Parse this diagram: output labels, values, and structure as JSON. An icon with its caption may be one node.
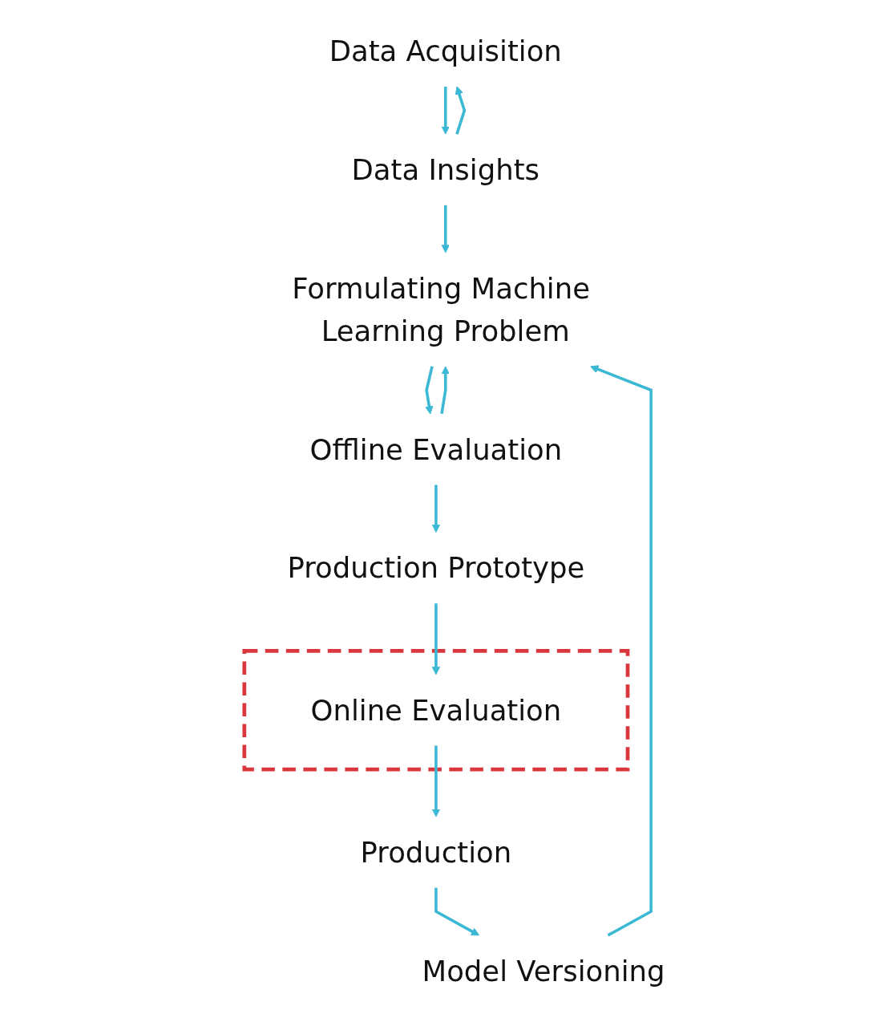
{
  "diagram": {
    "nodes": [
      {
        "text": [
          "Data Acquisition"
        ]
      },
      {
        "text": [
          "Data Insights"
        ]
      },
      {
        "text": [
          "Formulating Machine Learning Problem"
        ]
      },
      {
        "text": [
          "Offline Evaluation"
        ]
      },
      {
        "text": [
          "Production Prototype"
        ]
      },
      {
        "text": [],
        "shape": "box"
      },
      {
        "text": [
          "Online Evaluation"
        ],
        "in": 5
      },
      {
        "text": [
          "Production"
        ]
      },
      {
        "text": [
          "Model Versioning"
        ]
      }
    ],
    "edges": [
      {
        "from": 0,
        "to": 1,
        "arrow": "to"
      },
      {
        "from": 1,
        "to": 0,
        "arrow": "to"
      },
      {
        "from": 1,
        "to": 2,
        "arrow": "to"
      },
      {
        "from": 2,
        "to": 3,
        "arrow": "to"
      },
      {
        "from": 3,
        "to": 2,
        "arrow": "to"
      },
      {
        "from": 3,
        "to": 4,
        "arrow": "to"
      },
      {
        "from": 4,
        "to": 6,
        "arrow": "to"
      },
      {
        "from": 6,
        "to": 7,
        "arrow": "to"
      },
      {
        "from": 7,
        "to": 8,
        "arrow": "to"
      },
      {
        "from": 8,
        "to": 2,
        "arrow": "to"
      }
    ]
  }
}
